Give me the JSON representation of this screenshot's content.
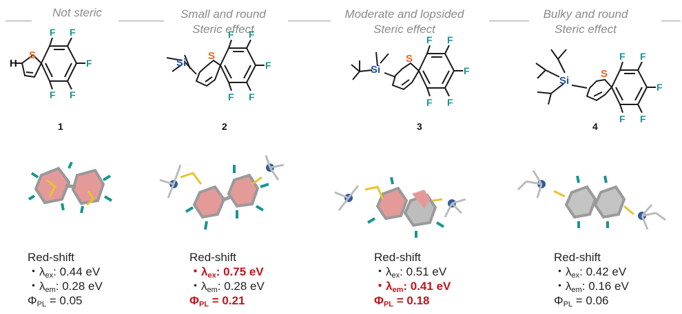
{
  "categories": [
    {
      "line1": "Not steric",
      "line2": ""
    },
    {
      "line1": "Small and round",
      "line2": "Steric effect"
    },
    {
      "line1": "Moderate and lopsided",
      "line2": "Steric effect"
    },
    {
      "line1": "Bulky and round",
      "line2": "Steric effect"
    }
  ],
  "compounds": [
    "1",
    "2",
    "3",
    "4"
  ],
  "atoms": {
    "s": "S",
    "f": "F",
    "si": "Si",
    "h": "H"
  },
  "colors": {
    "sulfur": "#e8631c",
    "fluorine": "#17958f",
    "silicon": "#1f4fa0",
    "highlight": "#c0161c",
    "caption": "#8a8a8a"
  },
  "properties": [
    {
      "title": "Red-shift",
      "ex_prefix": "・λ",
      "ex_sub": "ex",
      "ex_value": ": 0.44 eV",
      "em_prefix": "・λ",
      "em_sub": "em",
      "em_value": ": 0.28 eV",
      "pl_prefix": "Φ",
      "pl_sub": "PL",
      "pl_value": " = 0.05",
      "highlight": []
    },
    {
      "title": "Red-shift",
      "ex_prefix": "・λ",
      "ex_sub": "ex",
      "ex_value": ": 0.75 eV",
      "em_prefix": "・λ",
      "em_sub": "em",
      "em_value": ": 0.28 eV",
      "pl_prefix": "Φ",
      "pl_sub": "PL",
      "pl_value": " = 0.21",
      "highlight": [
        "ex",
        "pl"
      ]
    },
    {
      "title": "Red-shift",
      "ex_prefix": "・λ",
      "ex_sub": "ex",
      "ex_value": ": 0.51 eV",
      "em_prefix": "・λ",
      "em_sub": "em",
      "em_value": ": 0.41 eV",
      "pl_prefix": "Φ",
      "pl_sub": "PL",
      "pl_value": " = 0.18",
      "highlight": [
        "em",
        "pl"
      ]
    },
    {
      "title": "Red-shift",
      "ex_prefix": "・λ",
      "ex_sub": "ex",
      "ex_value": ": 0.42 eV",
      "em_prefix": "・λ",
      "em_sub": "em",
      "em_value": ": 0.16 eV",
      "pl_prefix": "Φ",
      "pl_sub": "PL",
      "pl_value": " = 0.06",
      "highlight": []
    }
  ]
}
